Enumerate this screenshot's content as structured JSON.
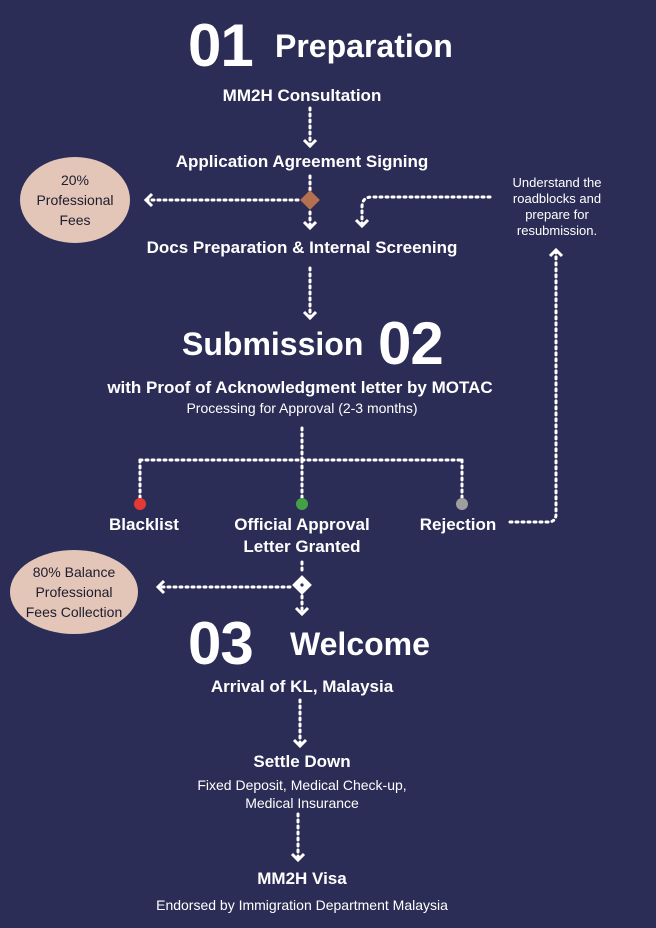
{
  "stage1": {
    "number": "01",
    "title": "Preparation",
    "step_consultation": "MM2H Consultation",
    "step_agreement": "Application Agreement Signing",
    "step_docs": "Docs Preparation & Internal Screening",
    "fee_bubble": [
      "20%",
      "Professional",
      "Fees"
    ],
    "resubmit_note": [
      "Understand the",
      "roadblocks and",
      "prepare for",
      "resubmission."
    ]
  },
  "stage2": {
    "number": "02",
    "title": "Submission",
    "subtitle": "with Proof of Acknowledgment letter by MOTAC",
    "processing": "Processing for Approval (2-3 months)",
    "outcome_blacklist": "Blacklist",
    "outcome_approval": [
      "Official Approval",
      "Letter Granted"
    ],
    "outcome_rejection": "Rejection",
    "fee_bubble": [
      "80% Balance",
      "Professional",
      "Fees Collection"
    ]
  },
  "stage3": {
    "number": "03",
    "title": "Welcome",
    "step_arrival": "Arrival of KL,  Malaysia",
    "step_settle": "Settle Down",
    "settle_details": [
      "Fixed Deposit, Medical Check-up,",
      "Medical Insurance"
    ],
    "step_visa": "MM2H Visa",
    "visa_details": "Endorsed by Immigration Department Malaysia"
  },
  "colors": {
    "background": "#2c2d56",
    "bubble": "#e4c6b9",
    "diamond": "#b5704f",
    "blacklist_dot": "#e53935",
    "approval_dot": "#43a047",
    "rejection_dot": "#9e9e9e"
  }
}
